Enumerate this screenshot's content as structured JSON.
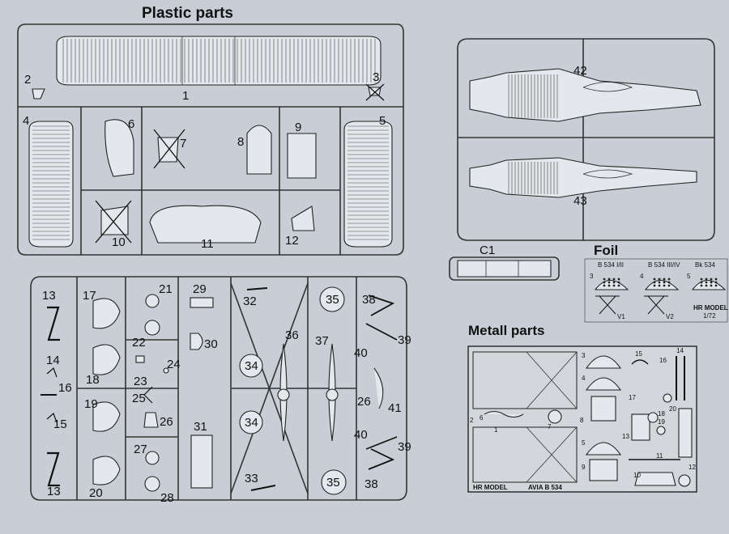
{
  "titles": {
    "plastic": "Plastic parts",
    "foil": "Foil",
    "metal": "Metall parts"
  },
  "plastic_labels": {
    "p1": "1",
    "p2": "2",
    "p3": "3",
    "p4": "4",
    "p5": "5",
    "p6": "6",
    "p7": "7",
    "p8": "8",
    "p9": "9",
    "p10": "10",
    "p11": "11",
    "p12": "12"
  },
  "fuselage_labels": {
    "p42": "42",
    "p43": "43",
    "c1": "C1"
  },
  "lower_labels": {
    "p13a": "13",
    "p13b": "13",
    "p14": "14",
    "p15": "15",
    "p16": "16",
    "p17": "17",
    "p18": "18",
    "p19": "19",
    "p20": "20",
    "p21": "21",
    "p22": "22",
    "p23": "23",
    "p24": "24",
    "p25": "25",
    "p26a": "26",
    "p27": "27",
    "p28": "28",
    "p29": "29",
    "p30": "30",
    "p31": "31",
    "p32": "32",
    "p33": "33",
    "p34a": "34",
    "p34b": "34",
    "p35a": "35",
    "p35b": "35",
    "p36": "36",
    "p37": "37",
    "p38a": "38",
    "p38b": "38",
    "p39a": "39",
    "p39b": "39",
    "p40a": "40",
    "p40b": "40",
    "p41": "41",
    "p26b": "26"
  },
  "foil_labels": {
    "v1": "B 534 I/II",
    "v2": "B 534 III/IV",
    "v3": "Bk 534",
    "n3": "3",
    "n4": "4",
    "n5": "5",
    "y1": "V1",
    "y2": "V2",
    "brand": "HR MODEL",
    "scale": "1/72"
  },
  "metal_labels": {
    "m1": "1",
    "m2": "2",
    "m3": "3",
    "m4": "4",
    "m5": "5",
    "m6": "6",
    "m7": "7",
    "m8": "8",
    "m9": "9",
    "m10": "10",
    "m11": "11",
    "m12": "12",
    "m13": "13",
    "m14": "14",
    "m15": "15",
    "m16": "16",
    "m17": "17",
    "m18": "18",
    "m19": "19",
    "m20": "20",
    "footer_brand": "HR MODEL",
    "footer_kit": "AVIA B 534"
  }
}
